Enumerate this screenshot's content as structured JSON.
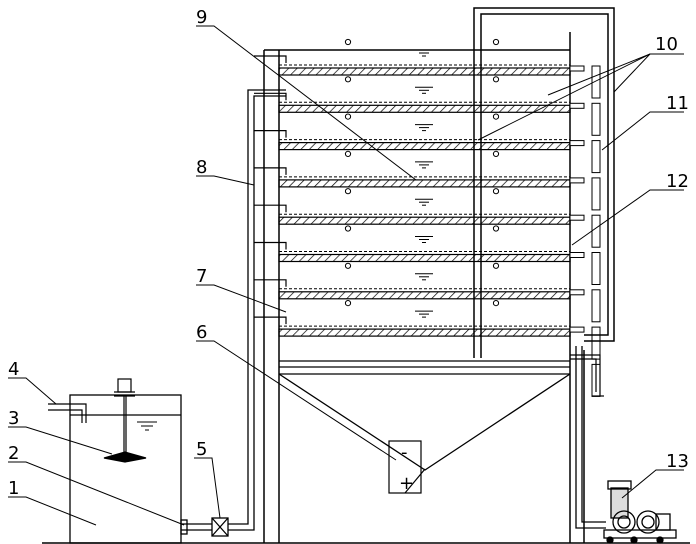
{
  "diagram": {
    "labels": {
      "l1": "1",
      "l2": "2",
      "l3": "3",
      "l4": "4",
      "l5": "5",
      "l6": "6",
      "l7": "7",
      "l8": "8",
      "l9": "9",
      "l10": "10",
      "l11": "11",
      "l12": "12",
      "l13": "13"
    },
    "electrode_signs": {
      "negative": "-",
      "positive": "+"
    },
    "counts": {
      "trays": 8,
      "side_tubes": 9
    }
  }
}
